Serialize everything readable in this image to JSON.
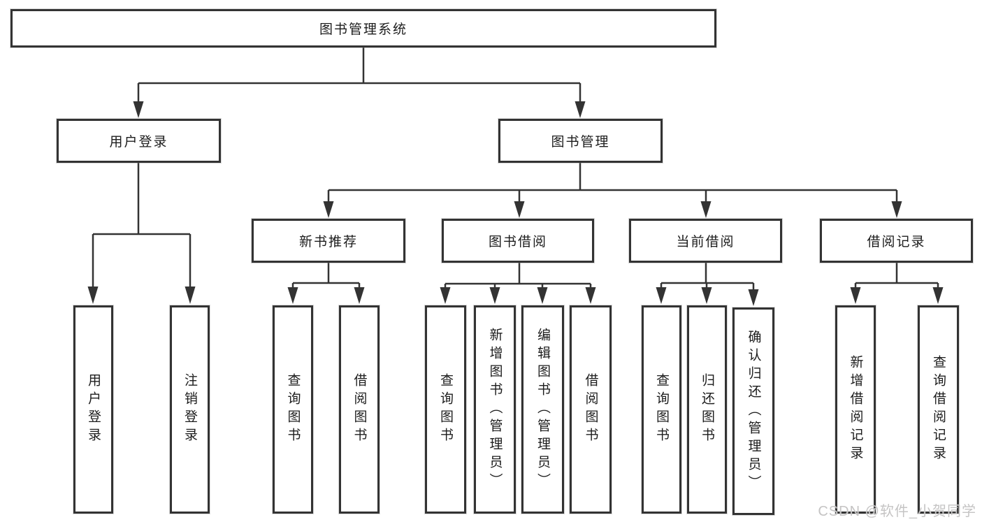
{
  "watermark": "CSDN @软件_小贺同学",
  "colors": {
    "line": "#333333",
    "box_border": "#333333",
    "box_background": "#ffffff",
    "text": "#1c1c1c",
    "watermark": "#c5c4c4"
  },
  "tree": {
    "label": "图书管理系统",
    "children": [
      {
        "label": "用户登录",
        "children": [
          {
            "label": "用户登录"
          },
          {
            "label": "注销登录"
          }
        ]
      },
      {
        "label": "图书管理",
        "children": [
          {
            "label": "新书推荐",
            "children": [
              {
                "label": "查询图书"
              },
              {
                "label": "借阅图书"
              }
            ]
          },
          {
            "label": "图书借阅",
            "children": [
              {
                "label": "查询图书"
              },
              {
                "label": "新增图书（管理员）"
              },
              {
                "label": "编辑图书（管理员）"
              },
              {
                "label": "借阅图书"
              }
            ]
          },
          {
            "label": "当前借阅",
            "children": [
              {
                "label": "查询图书"
              },
              {
                "label": "归还图书"
              },
              {
                "label": "确认归还（管理员）"
              }
            ]
          },
          {
            "label": "借阅记录",
            "children": [
              {
                "label": "新增借阅记录"
              },
              {
                "label": "查询借阅记录"
              }
            ]
          }
        ]
      }
    ]
  }
}
